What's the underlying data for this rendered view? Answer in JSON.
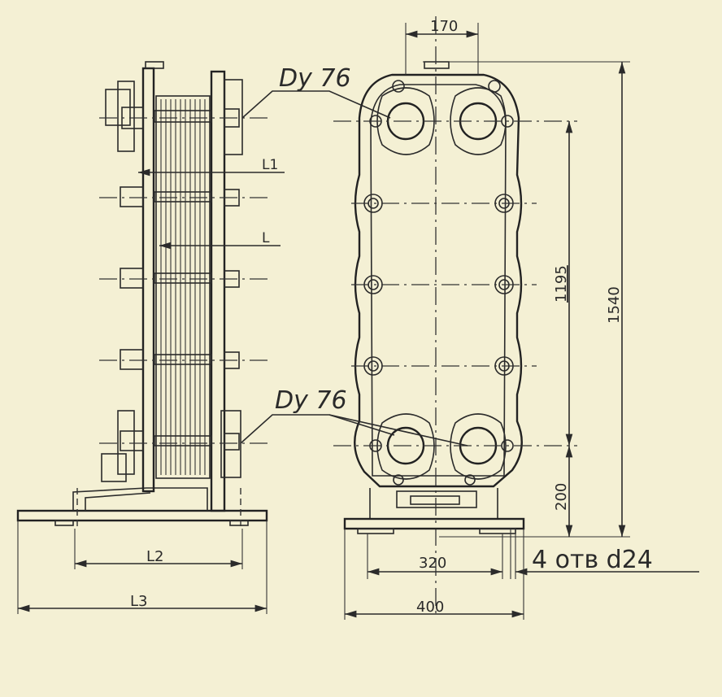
{
  "dimensions": {
    "top_width": "170",
    "height_total": "1540",
    "height_center": "1195",
    "height_bottom": "200",
    "base_inner": "320",
    "base_outer": "400",
    "L": "L",
    "L1": "L1",
    "L2": "L2",
    "L3": "L3"
  },
  "nozzles": {
    "upper": "Dy 76",
    "lower": "Dy 76"
  },
  "holes_note": "4 отв d24"
}
